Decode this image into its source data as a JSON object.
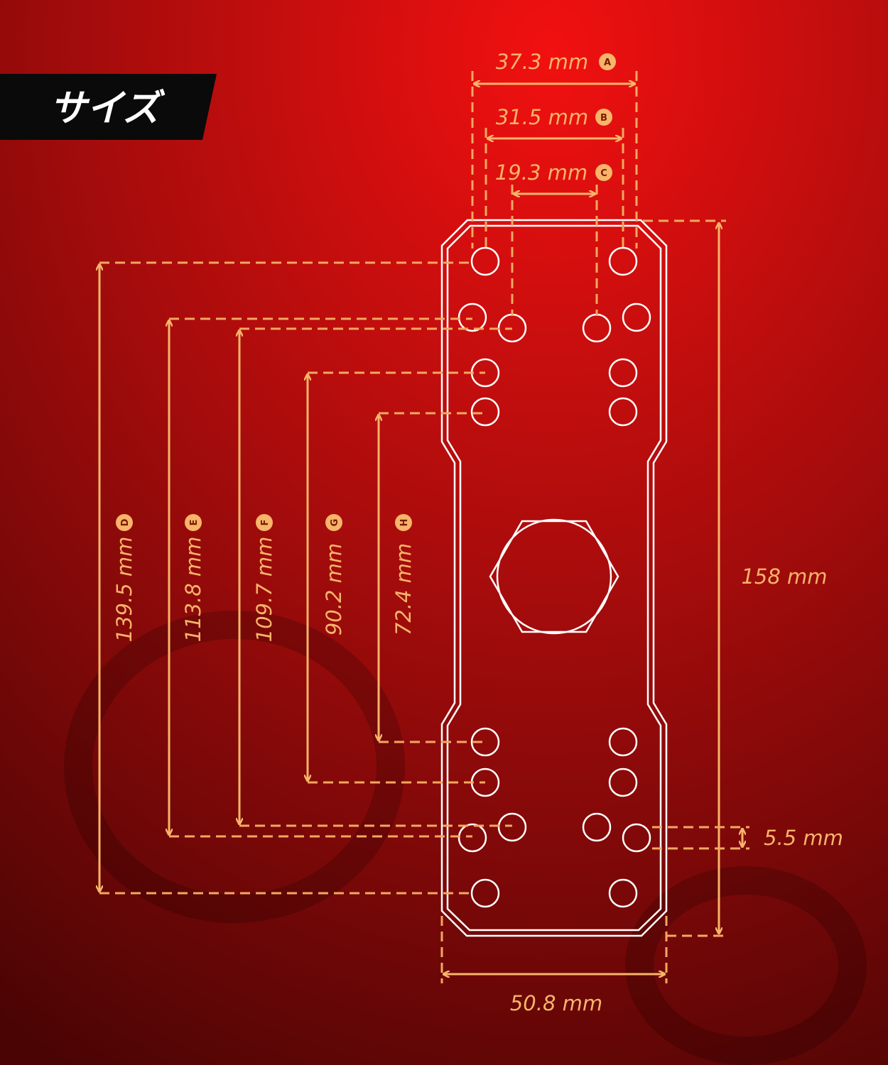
{
  "title": "サイズ",
  "colors": {
    "accent": "#f7b46a",
    "background": "#b00d0d",
    "outline": "#ffffff"
  },
  "dimensions": {
    "A": {
      "letter": "A",
      "value": "37.3 mm"
    },
    "B": {
      "letter": "B",
      "value": "31.5 mm"
    },
    "C": {
      "letter": "C",
      "value": "19.3 mm"
    },
    "D": {
      "letter": "D",
      "value": "139.5 mm"
    },
    "E": {
      "letter": "E",
      "value": "113.8 mm"
    },
    "F": {
      "letter": "F",
      "value": "109.7 mm"
    },
    "G": {
      "letter": "G",
      "value": "90.2 mm"
    },
    "H": {
      "letter": "H",
      "value": "72.4 mm"
    },
    "height": {
      "value": "158 mm"
    },
    "hole": {
      "value": "5.5 mm"
    },
    "width": {
      "value": "50.8 mm"
    }
  }
}
